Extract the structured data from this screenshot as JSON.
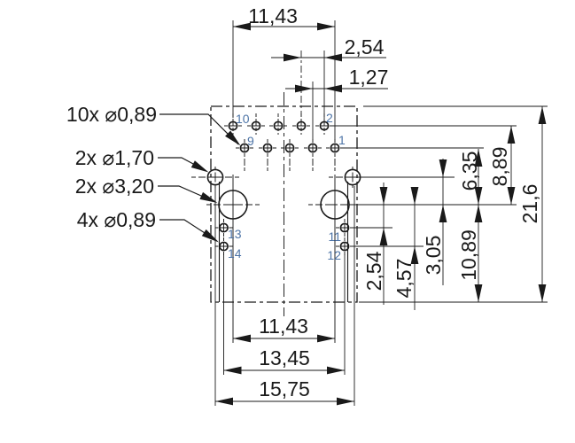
{
  "callouts": {
    "pins_top": "10x ⌀0,89",
    "holes_small": "2x ⌀1,70",
    "holes_large": "2x ⌀3,20",
    "pins_bottom": "4x ⌀0,89"
  },
  "dims_top": {
    "width": "11,43",
    "pitch": "2,54",
    "row_offset": "1,27"
  },
  "dims_right": {
    "d6_35": "6,35",
    "d8_89": "8,89",
    "d21_6": "21,6",
    "d2_54": "2,54",
    "d4_57": "4,57",
    "d3_05": "3,05",
    "d10_89": "10,89"
  },
  "dims_bottom": {
    "d11_43": "11,43",
    "d13_45": "13,45",
    "d15_75": "15,75"
  },
  "pin_numbers": {
    "n10": "10",
    "n2": "2",
    "n9": "9",
    "n1": "1",
    "n13": "13",
    "n14": "14",
    "n11": "11",
    "n12": "12"
  },
  "colors": {
    "line": "#1a1a1a",
    "pin_number": "#4d74a7",
    "background": "#ffffff"
  }
}
